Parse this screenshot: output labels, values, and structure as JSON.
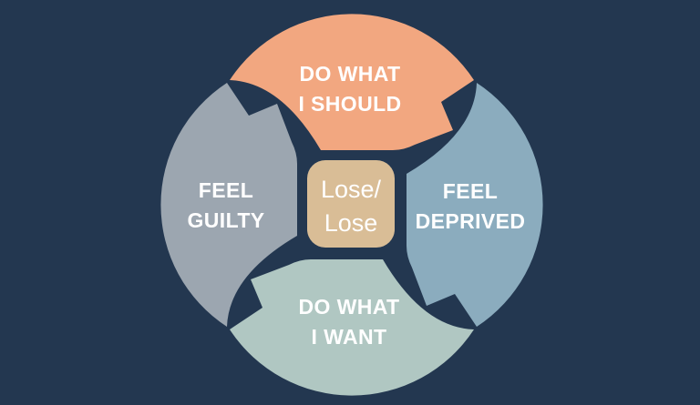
{
  "diagram": {
    "background_color": "#233750",
    "text_color": "#FFFFFF",
    "center": {
      "label": "Lose/\nLose",
      "color": "#D9BD96"
    },
    "segments": [
      {
        "id": "do-what-i-should",
        "position": "top",
        "label": "DO WHAT\nI SHOULD",
        "color": "#F2A780"
      },
      {
        "id": "feel-deprived",
        "position": "right",
        "label": "FEEL\nDEPRIVED",
        "color": "#8BACBE"
      },
      {
        "id": "do-what-i-want",
        "position": "bottom",
        "label": "DO WHAT\nI WANT",
        "color": "#B0C7C2"
      },
      {
        "id": "feel-guilty",
        "position": "left",
        "label": "FEEL\nGUILTY",
        "color": "#9CA6B0"
      }
    ],
    "cycle_order": [
      "DO WHAT I SHOULD",
      "FEEL DEPRIVED",
      "DO WHAT I WANT",
      "FEEL GUILTY"
    ],
    "arrow_direction": "clockwise"
  }
}
